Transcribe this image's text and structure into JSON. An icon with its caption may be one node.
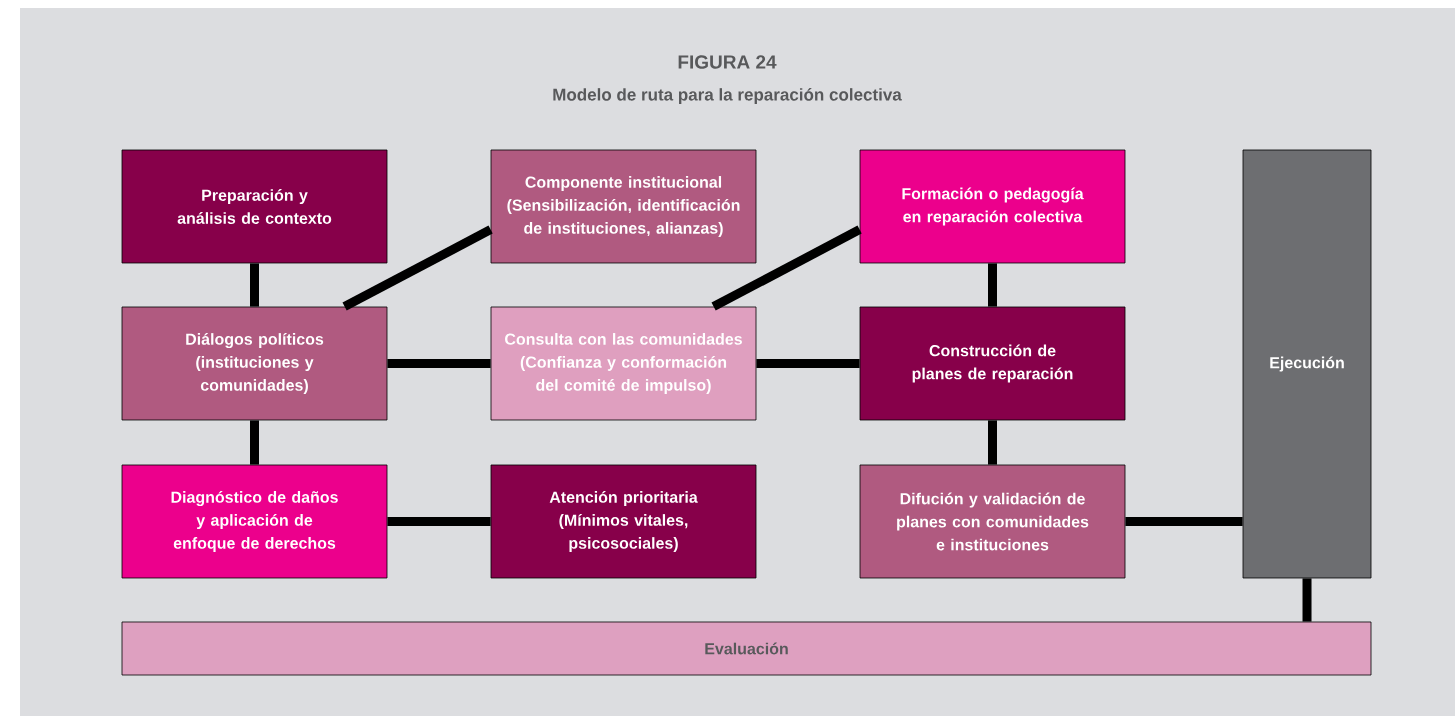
{
  "diagram": {
    "title": "FIGURA 24",
    "caption": "Modelo de ruta para la reparación colectiva",
    "nodes": [
      {
        "text": [
          "Preparación y análisis de contexto"
        ]
      },
      {
        "text": [
          "Componente institucional (Sensibilización, identificación de instituciones, alianzas)"
        ]
      },
      {
        "text": [
          "Formación o pedagogía en reparación colectiva"
        ]
      },
      {
        "text": [
          "Ejecución"
        ]
      },
      {
        "text": [
          "Diálogos políticos (instituciones y comunidades)"
        ]
      },
      {
        "text": [
          "Consulta con las comunidades (Confianza y conformación del comité de impulso)"
        ]
      },
      {
        "text": [
          "Construcción de planes de reparación"
        ]
      },
      {
        "text": [
          "Diagnóstico de daños y aplicación de enfoque de derechos"
        ]
      },
      {
        "text": [
          "Atención prioritaria (Mínimos vitales, psicosociales)"
        ]
      },
      {
        "text": [
          "Difución y validación de planes con comunidades e instituciones"
        ]
      },
      {
        "text": [
          "Evaluación"
        ]
      }
    ],
    "edges": [
      {
        "from": 0,
        "to": 4,
        "arrow": "none"
      },
      {
        "from": 4,
        "to": 1,
        "arrow": "none"
      },
      {
        "from": 4,
        "to": 5,
        "arrow": "none"
      },
      {
        "from": 4,
        "to": 7,
        "arrow": "none"
      },
      {
        "from": 7,
        "to": 8,
        "arrow": "none"
      },
      {
        "from": 5,
        "to": 2,
        "arrow": "none"
      },
      {
        "from": 5,
        "to": 6,
        "arrow": "none"
      },
      {
        "from": 2,
        "to": 6,
        "arrow": "none"
      },
      {
        "from": 6,
        "to": 9,
        "arrow": "none"
      },
      {
        "from": 9,
        "to": 3,
        "arrow": "none"
      },
      {
        "from": 3,
        "to": 10,
        "arrow": "none"
      }
    ]
  }
}
